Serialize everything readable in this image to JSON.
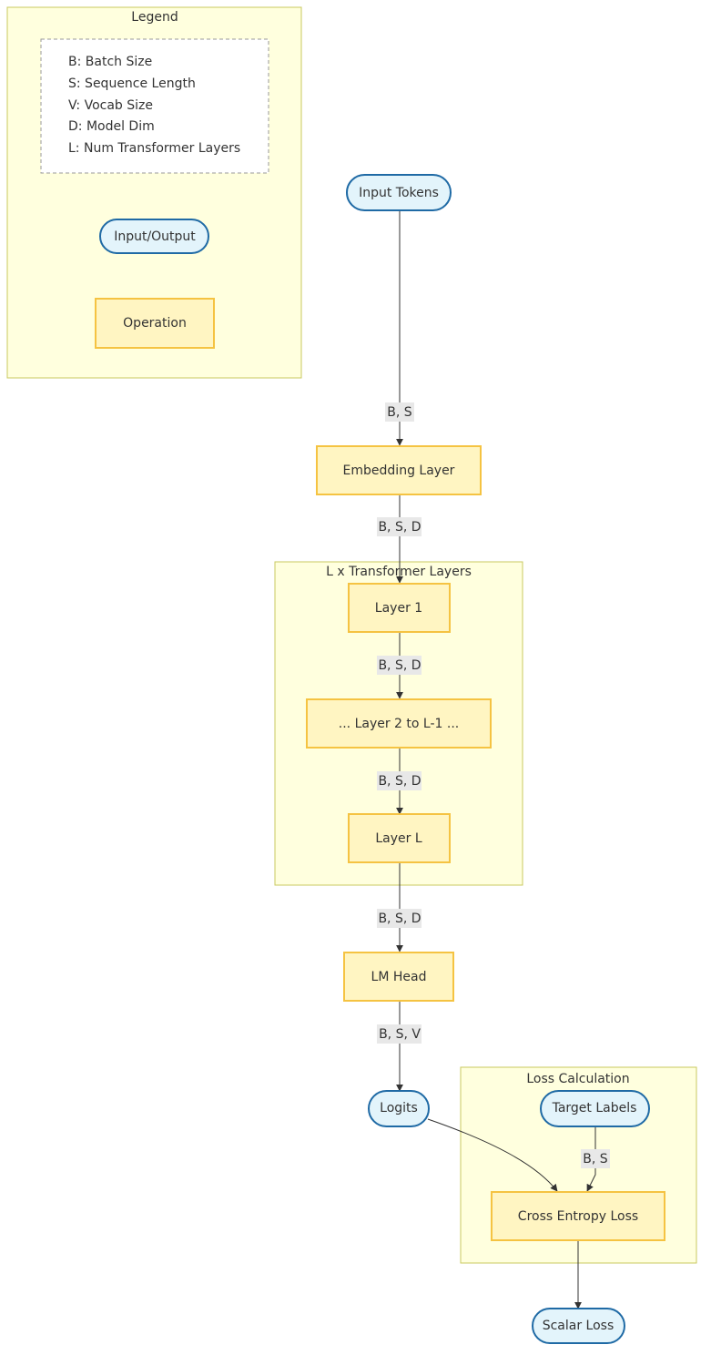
{
  "legend": {
    "title": "Legend",
    "lines": [
      "B: Batch Size",
      "S: Sequence Length",
      "V: Vocab Size",
      "D: Model Dim",
      "L: Num Transformer Layers"
    ],
    "io_example": "Input/Output",
    "op_example": "Operation"
  },
  "clusters": {
    "transformer": "L x Transformer Layers",
    "loss": "Loss Calculation"
  },
  "nodes": {
    "input_tokens": "Input Tokens",
    "embedding": "Embedding Layer",
    "layer1": "Layer 1",
    "layer_mid": "... Layer 2 to L-1 ...",
    "layer_l": "Layer L",
    "lm_head": "LM Head",
    "logits": "Logits",
    "target_labels": "Target Labels",
    "cross_entropy": "Cross Entropy Loss",
    "scalar_loss": "Scalar Loss"
  },
  "edges": {
    "tokens_to_embedding": "B, S",
    "embedding_to_layer1": "B, S, D",
    "layer1_to_mid": "B, S, D",
    "mid_to_layerl": "B, S, D",
    "layerl_to_lmhead": "B, S, D",
    "lmhead_to_logits": "B, S, V",
    "targets_to_loss": "B, S"
  },
  "colors": {
    "cluster_fill": "#ffffde",
    "cluster_stroke": "#c8c85f",
    "operation_fill": "#fff5c2",
    "operation_stroke": "#f5c342",
    "io_fill": "#e3f4fb",
    "io_stroke": "#1f6aa5"
  }
}
